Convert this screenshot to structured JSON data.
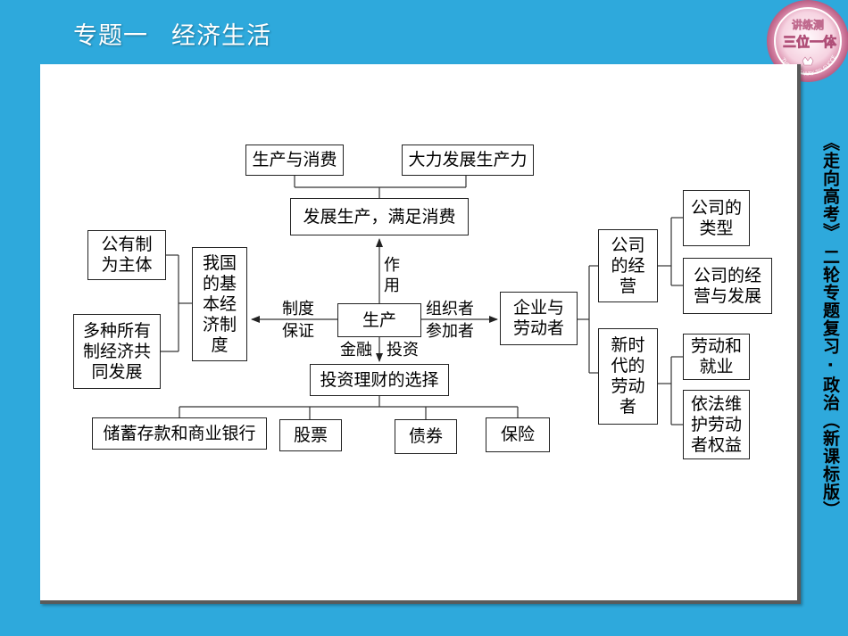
{
  "header": {
    "title_part1": "专题一",
    "title_part2": "经济生活"
  },
  "logo": {
    "line1": "讲练测",
    "line2": "三位一体",
    "ring_text": "THE BEST WAY TO SUCCESS"
  },
  "side_text": "《走向高考》 二轮专题复习 · 政治（新课标版）",
  "diagram": {
    "nodes": {
      "n_prod_cons": "生产与消费",
      "n_productivity": "大力发展生产力",
      "n_develop": "发展生产，满足消费",
      "n_public": [
        "公有制",
        "为主体"
      ],
      "n_multi": [
        "多种所有",
        "制经济共",
        "同发展"
      ],
      "n_basic_system": [
        "我国",
        "的基",
        "本经",
        "济制",
        "度"
      ],
      "n_production": "生产",
      "n_enterprise": [
        "企业与",
        "劳动者"
      ],
      "n_company_ops": [
        "公司",
        "的经",
        "营"
      ],
      "n_company_type": [
        "公司的",
        "类型"
      ],
      "n_company_dev": [
        "公司的经",
        "营与发展"
      ],
      "n_new_era": [
        "新时",
        "代的",
        "劳动",
        "者"
      ],
      "n_labor_emp": [
        "劳动和",
        "就业"
      ],
      "n_rights": [
        "依法维",
        "护劳动",
        "者权益"
      ],
      "n_invest_choice": "投资理财的选择",
      "n_savings": "储蓄存款和商业银行",
      "n_stocks": "股票",
      "n_bonds": "债券",
      "n_insurance": "保险"
    },
    "labels": {
      "effect": [
        "作",
        "用"
      ],
      "system": [
        "制度",
        "保证"
      ],
      "organizer": [
        "组织者",
        "参加者"
      ],
      "finance": "金融",
      "investment": "投资"
    }
  }
}
